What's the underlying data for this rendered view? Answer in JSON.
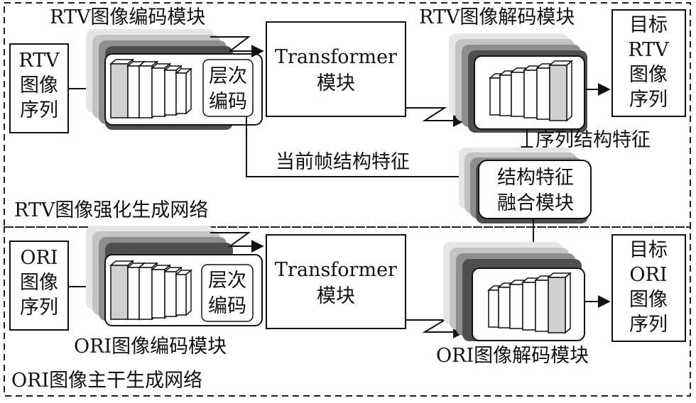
{
  "rtv": {
    "input_label": [
      "RTV",
      "图像",
      "序列"
    ],
    "encoder_title": "RTV图像编码模块",
    "hier_label": [
      "层次",
      "编码"
    ],
    "transformer_label": [
      "Transformer",
      "模块"
    ],
    "decoder_title": "RTV图像解码模块",
    "target_label": [
      "目标",
      "RTV",
      "图像",
      "序列"
    ],
    "seq_struct_label": "序列结构特征",
    "cur_frame_label": "当前帧结构特征",
    "fusion_label": [
      "结构特征",
      "融合模块"
    ],
    "network_label": "RTV图像强化生成网络"
  },
  "ori": {
    "input_label": [
      "ORI",
      "图像",
      "序列"
    ],
    "encoder_title": "ORI图像编码模块",
    "hier_label": [
      "层次",
      "编码"
    ],
    "transformer_label": [
      "Transformer",
      "模块"
    ],
    "decoder_title": "ORI图像解码模块",
    "target_label": [
      "目标",
      "ORI",
      "图像",
      "序列"
    ],
    "network_label": "ORI图像主干生成网络"
  }
}
